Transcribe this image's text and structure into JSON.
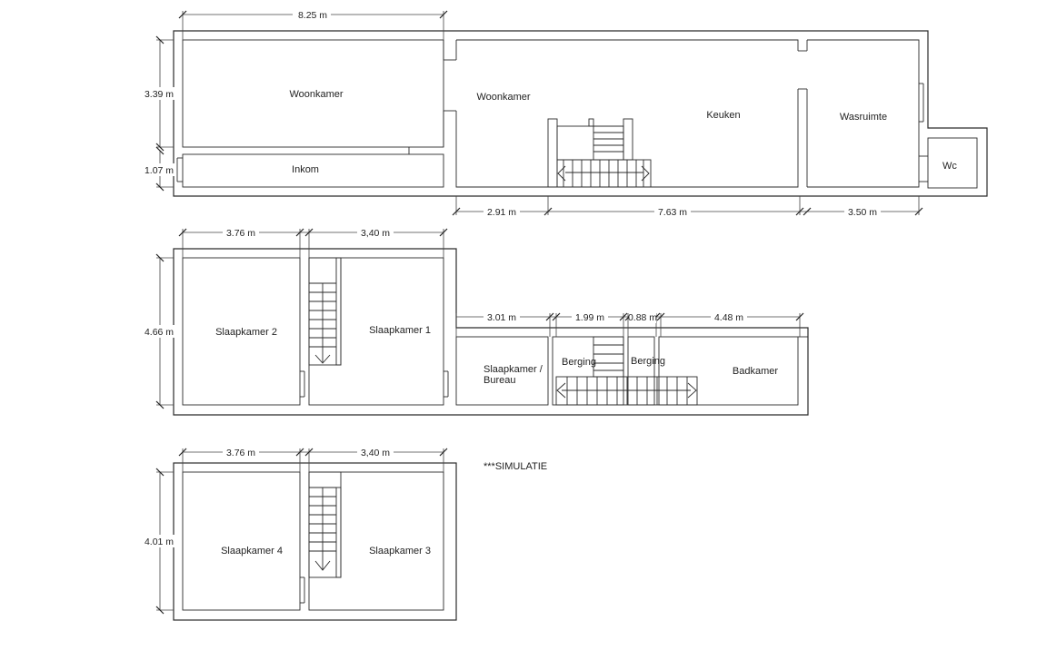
{
  "plan": {
    "ground_floor": {
      "rooms": {
        "woonkamer_left": "Woonkamer",
        "woonkamer_mid": "Woonkamer",
        "inkom": "Inkom",
        "keuken": "Keuken",
        "wasruimte": "Wasruimte",
        "wc": "Wc"
      },
      "dims": {
        "top_width": "8.25 m",
        "left_height": "3.39 m",
        "inkom_height": "1.07 m",
        "bottom_1": "2.91 m",
        "bottom_2": "7.63 m",
        "bottom_3": "3.50 m"
      }
    },
    "first_floor": {
      "rooms": {
        "slaapkamer_2": "Slaapkamer 2",
        "slaapkamer_1": "Slaapkamer 1",
        "bureau_line1": "Slaapkamer /",
        "bureau_line2": "Bureau",
        "berging_1": "Berging",
        "berging_2": "Berging",
        "badkamer": "Badkamer"
      },
      "dims": {
        "w_sk2": "3.76 m",
        "w_sk1": "3,40 m",
        "height": "4.66 m",
        "w_bureau": "3.01 m",
        "w_berging1": "1.99 m",
        "w_berging2": "0.88 m",
        "w_badkamer": "4.48 m"
      }
    },
    "second_floor": {
      "rooms": {
        "slaapkamer_4": "Slaapkamer 4",
        "slaapkamer_3": "Slaapkamer 3"
      },
      "dims": {
        "w_sk4": "3.76 m",
        "w_sk3": "3,40 m",
        "height": "4.01 m"
      }
    },
    "note": "***SIMULATIE"
  }
}
